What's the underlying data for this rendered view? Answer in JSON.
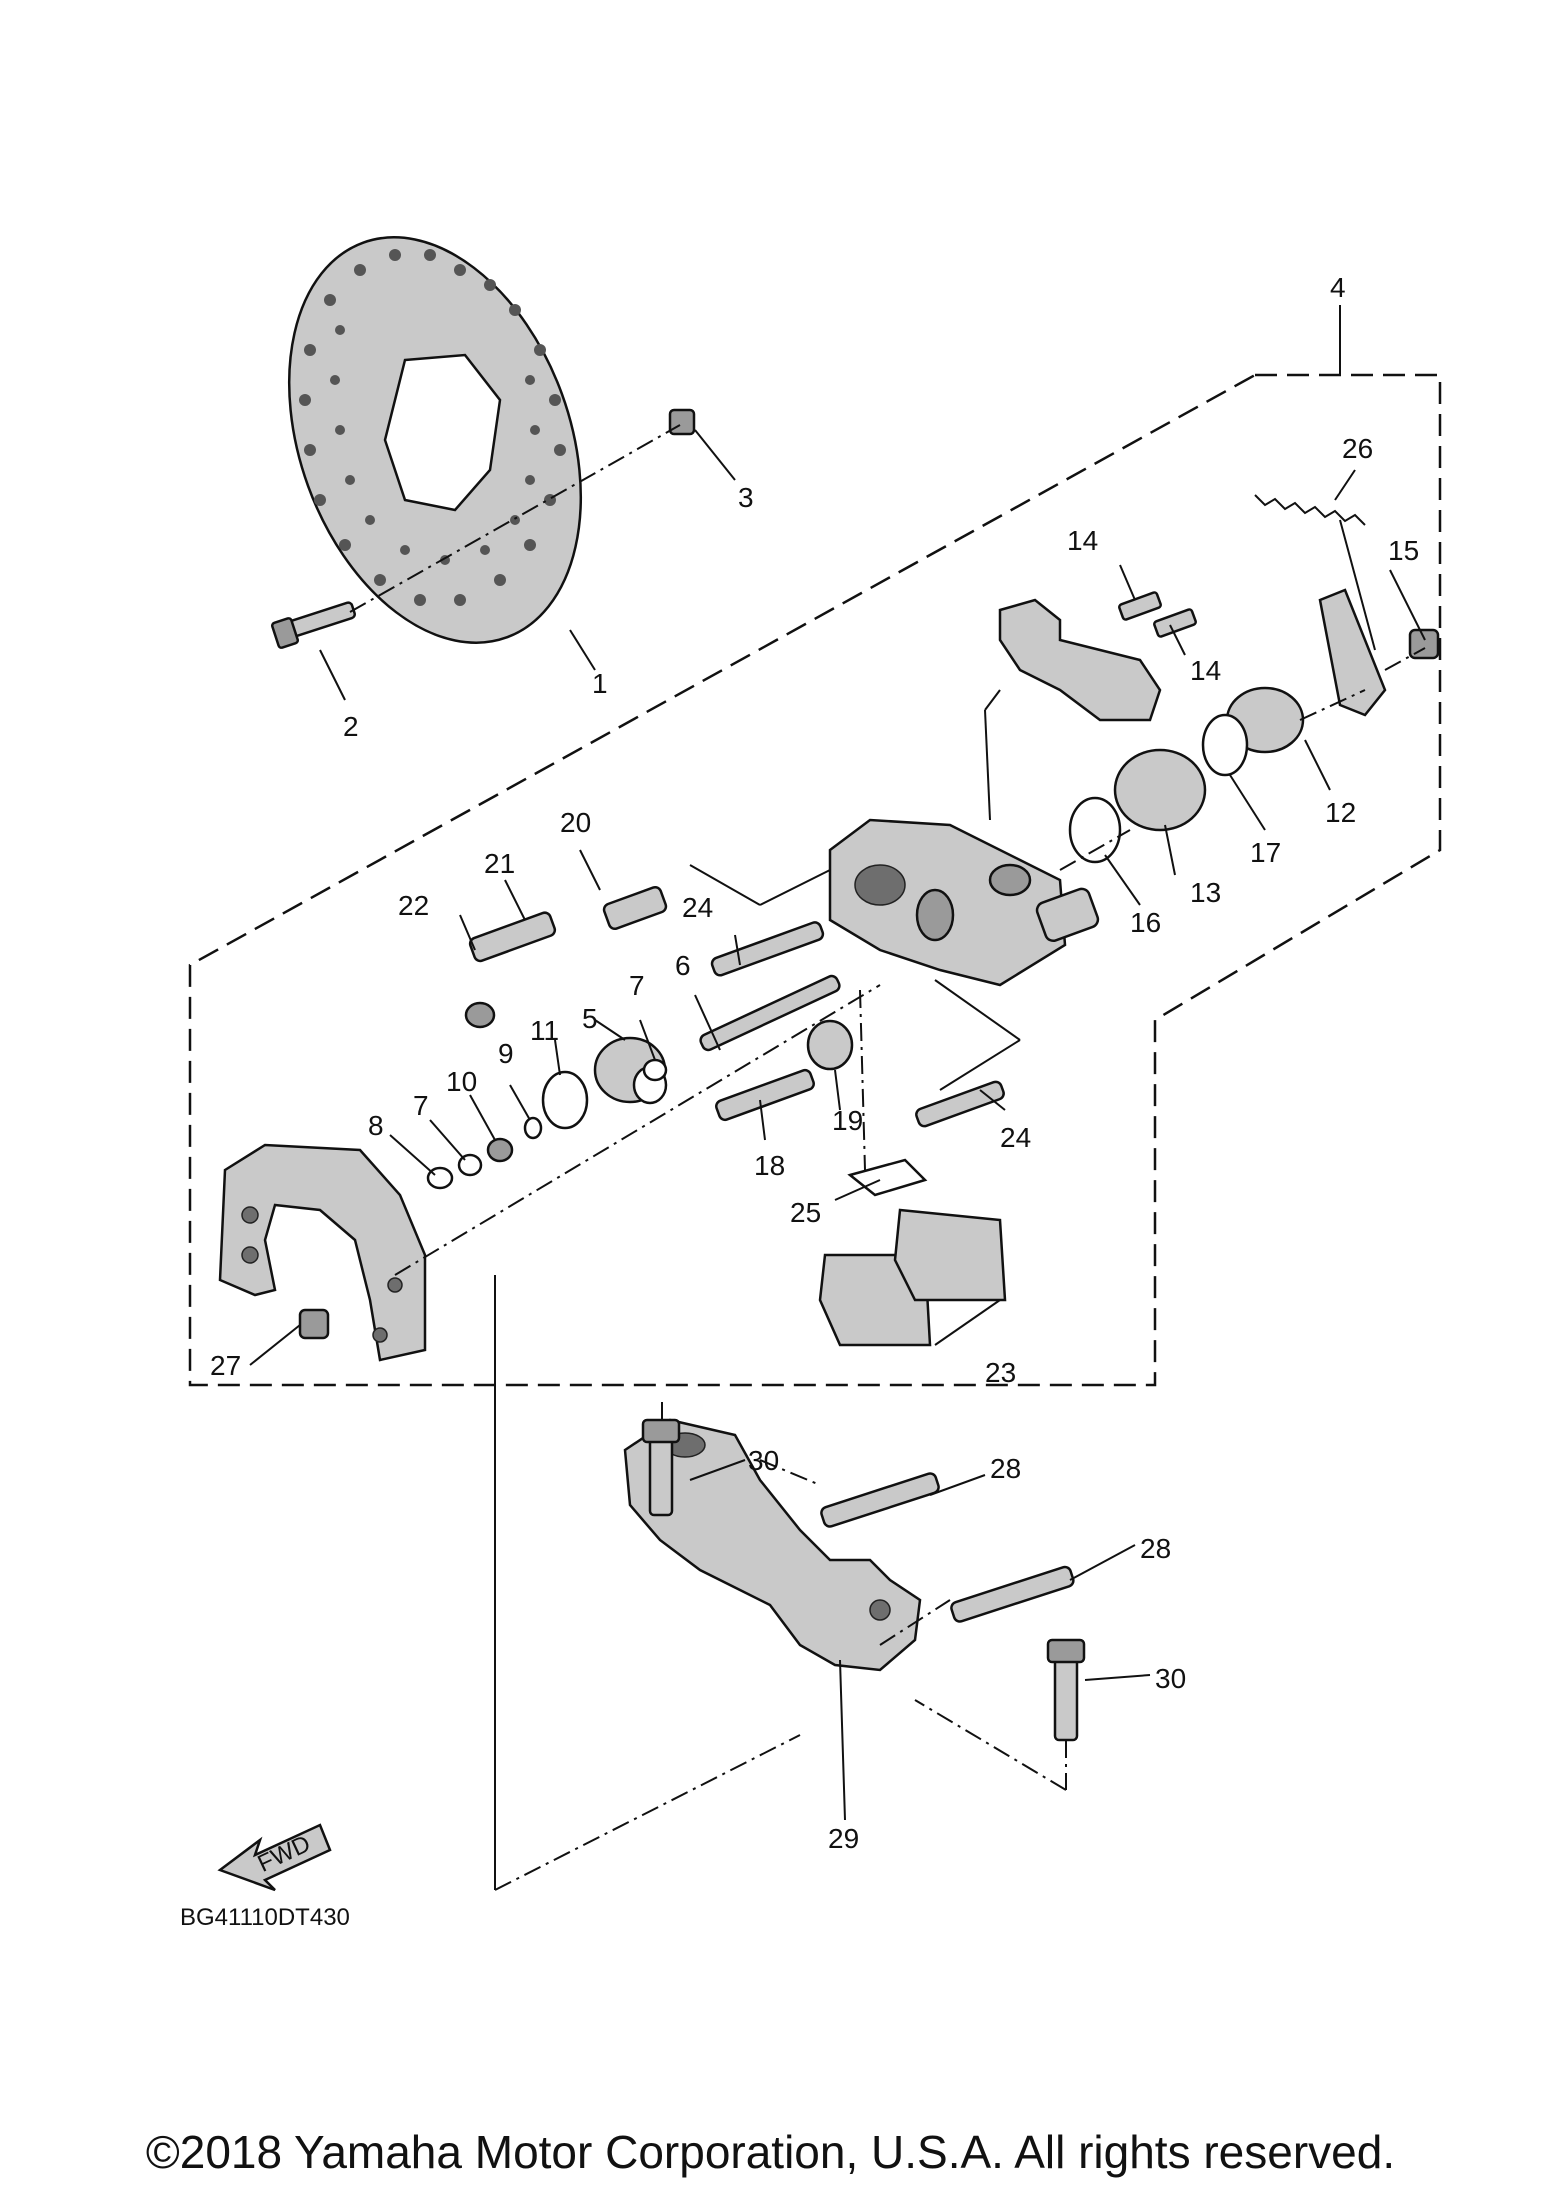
{
  "diagram": {
    "code": "BG41110DT430",
    "fwd_label": "FWD",
    "copyright": "©2018 Yamaha Motor Corporation, U.S.A. All rights reserved.",
    "callouts": [
      "1",
      "2",
      "3",
      "4",
      "5",
      "6",
      "7",
      "7",
      "8",
      "9",
      "10",
      "11",
      "12",
      "13",
      "14",
      "14",
      "15",
      "16",
      "17",
      "18",
      "19",
      "20",
      "21",
      "22",
      "23",
      "24",
      "24",
      "25",
      "26",
      "27",
      "28",
      "28",
      "29",
      "30",
      "30"
    ]
  }
}
